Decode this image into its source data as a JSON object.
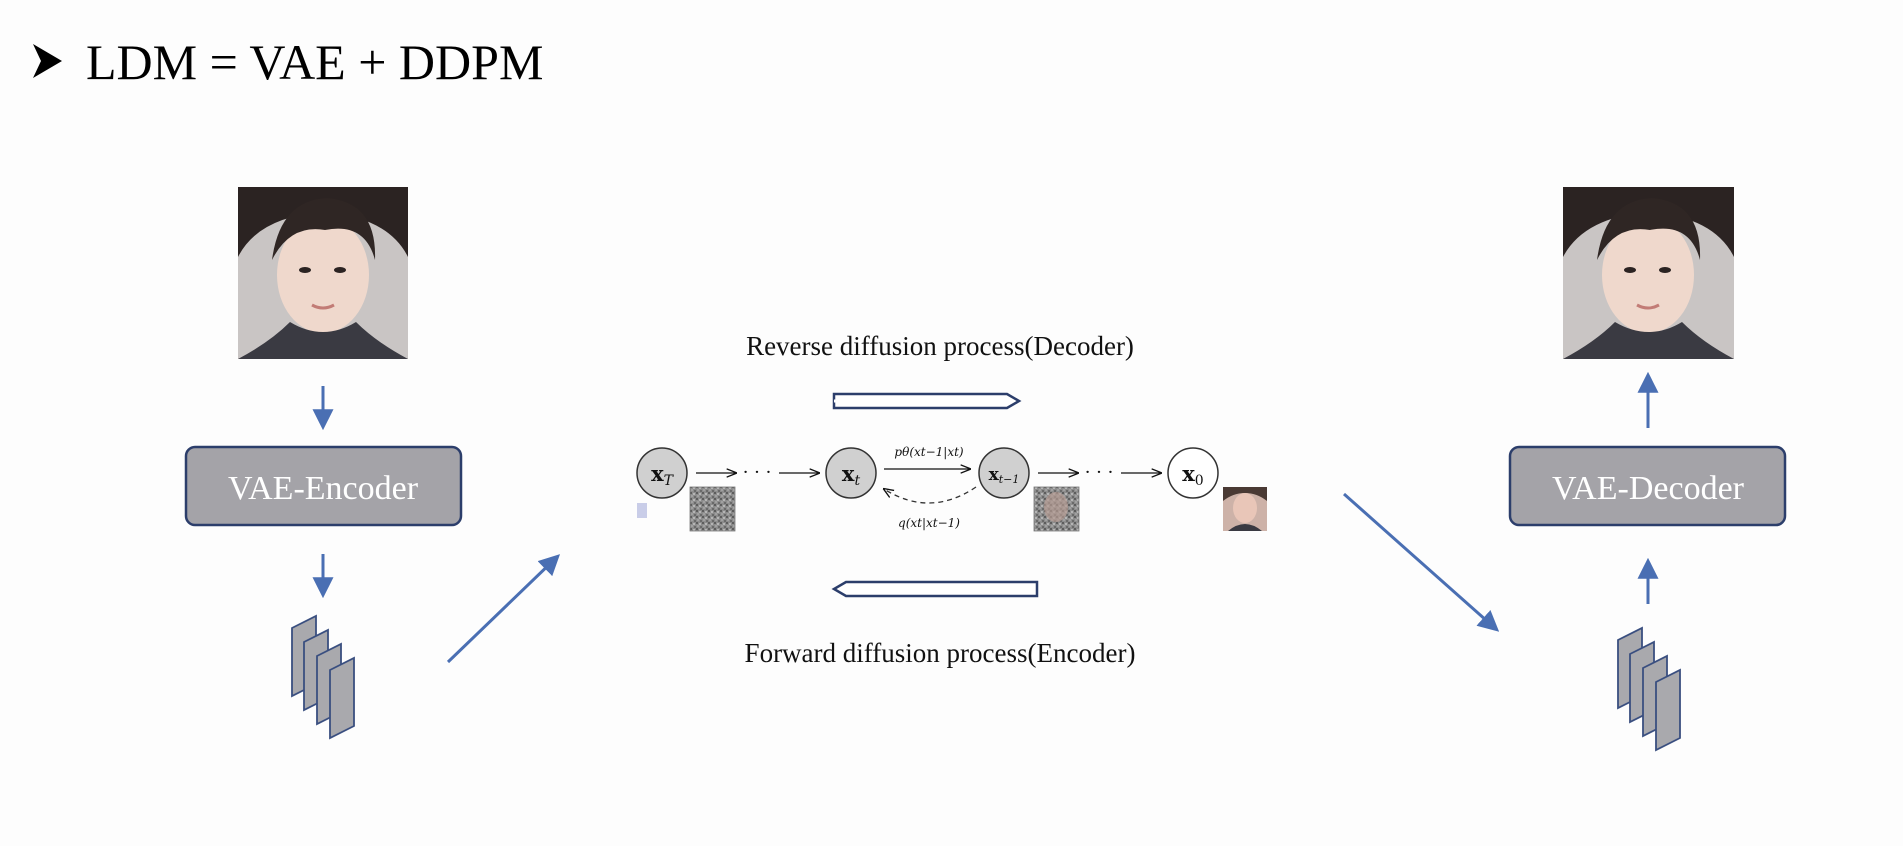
{
  "title": {
    "bullet_icon": "arrowhead-bullet-icon",
    "text": "LDM = VAE + DDPM"
  },
  "encoder_box": {
    "label": "VAE-Encoder",
    "fill": "#a4a3a8",
    "border": "#2c3e6b"
  },
  "decoder_box": {
    "label": "VAE-Decoder",
    "fill": "#a4a3a8",
    "border": "#2c3e6b"
  },
  "reverse_process": {
    "label": "Reverse diffusion process(Decoder)"
  },
  "forward_process": {
    "label": "Forward diffusion process(Encoder)"
  },
  "markov_chain": {
    "nodes": [
      {
        "base": "x",
        "sub": "T",
        "shaded": true
      },
      {
        "base": "x",
        "sub": "t",
        "shaded": true
      },
      {
        "base": "x",
        "sub": "t−1",
        "shaded": true
      },
      {
        "base": "x",
        "sub": "0",
        "shaded": false
      }
    ],
    "ellipsis": "· · ·",
    "p_label": "pθ(xt−1|xt)",
    "q_label": "q(xt|xt−1)"
  },
  "colors": {
    "arrow_blue": "#4a6fb3",
    "node_fill": "#d0d0d0",
    "latent_fill": "#a9a9ad",
    "latent_border": "#3a4f80"
  }
}
